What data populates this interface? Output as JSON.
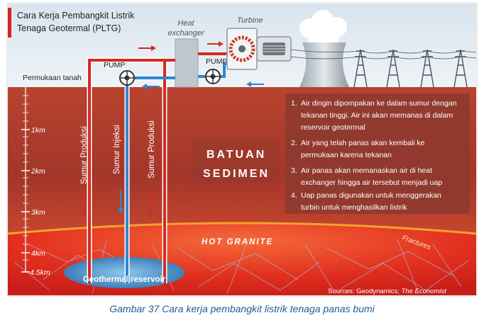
{
  "title_line1": "Cara Kerja Pembangkit Listrik",
  "title_line2": "Tenaga Geotermal (PLTG)",
  "label_heat_exchanger_1": "Heat",
  "label_heat_exchanger_2": "exchanger",
  "label_turbine": "Turbine",
  "label_pump_left": "PUMP",
  "label_pump_right": "PUMP",
  "label_surface": "Permukaan tanah",
  "depth_marks": [
    "1km",
    "2km",
    "3km",
    "4km",
    "4.5km"
  ],
  "well_production_left": "Sumur Produksi",
  "well_injection": "Sumur Injeksi",
  "well_production_right": "Sumur Produksi",
  "rock_layer_line1": "BATUAN",
  "rock_layer_line2": "SEDIMEN",
  "steps": [
    [
      "1.",
      "Air dingin dipompakan ke dalam sumur dengan",
      "tekanan tinggi. Air ini akan memanas di dalam",
      "reservoir geotermal"
    ],
    [
      "2.",
      "Air yang telah panas akan kembali ke",
      "permukaan karena tekanan"
    ],
    [
      "3.",
      "Air panas akan memanaskan air di heat",
      "exchanger hingga air tersebut menjadi uap"
    ],
    [
      "4.",
      "Uap panas digunakan untuk menggerakan",
      "turbin untuk menghasilkan listrik"
    ]
  ],
  "label_hot_granite": "HOT GRANITE",
  "label_fractures": "Fractures",
  "label_reservoir": "Geothermal reservoir",
  "source_prefix": "Sources: Geodynamics; ",
  "source_italic": "The Economist",
  "caption": "Gambar 37 Cara kerja pembangkit listrik tenaga panas bumi",
  "colors": {
    "sky": "#dfe9f2",
    "rock_top": "#c0503a",
    "rock_bottom": "#8d2a1e",
    "granite": "#e23b24",
    "pipe_red": "#d42a22",
    "pipe_blue": "#2f87cf",
    "panel": "#8f3a2f"
  }
}
